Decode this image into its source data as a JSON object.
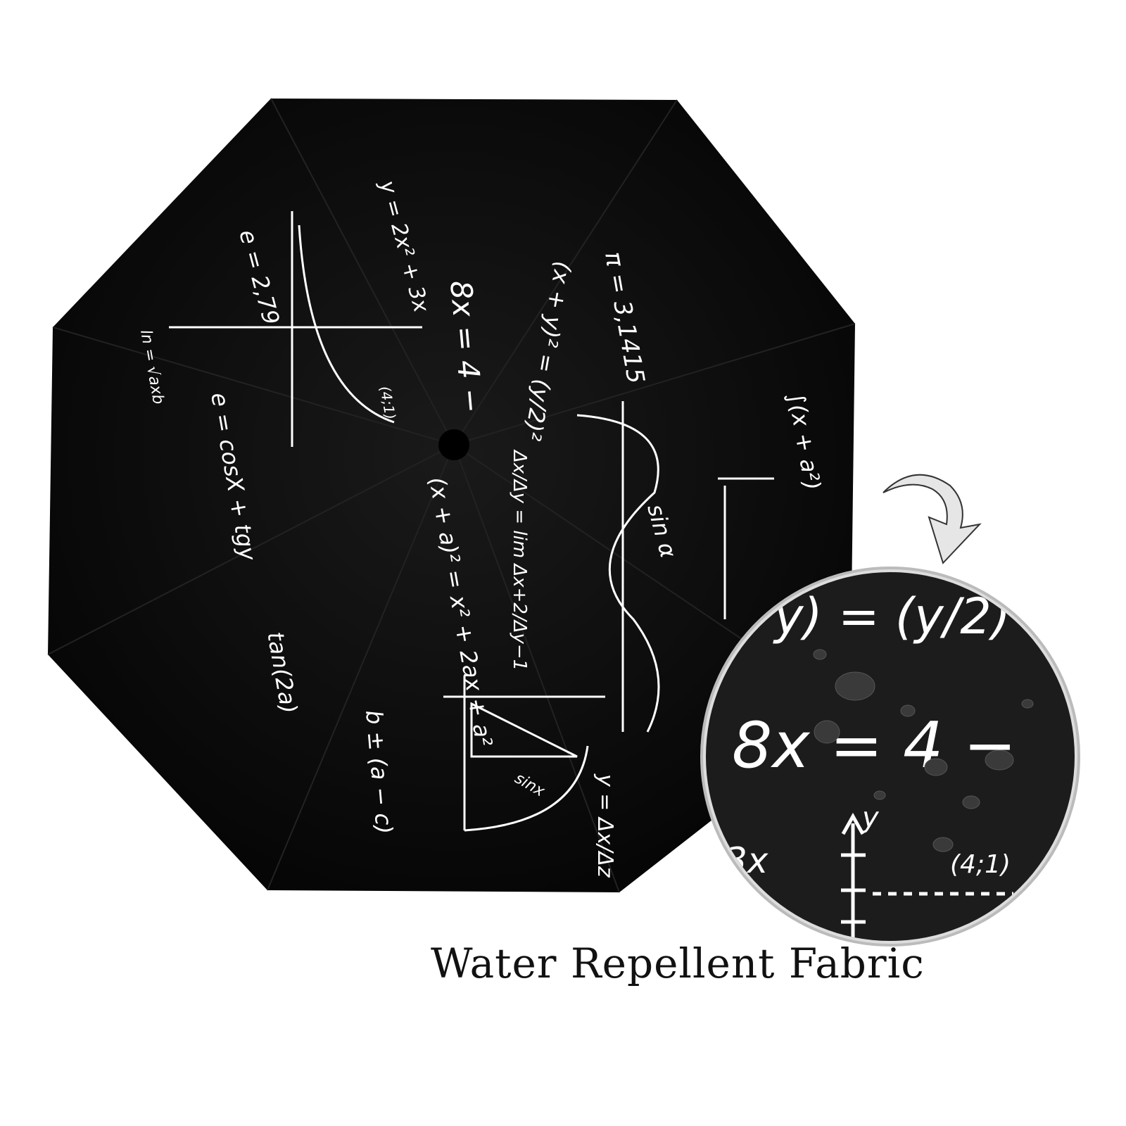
{
  "caption": "Water Repellent Fabric",
  "colors": {
    "canopy": "#0b0b0b",
    "print": "#ffffff",
    "background": "#ffffff",
    "arrow": "#e6e6e6"
  },
  "icons": {
    "arrow": "curved-arrow-down-icon"
  },
  "pattern_formulas": [
    "π = 3,1415",
    "e = 2,79",
    "y = 2x² + 3x",
    "8x = 4 −",
    "(x + y)² = (y/2)²",
    "e = cosX + tgy",
    "(x + a)² = x² + 2ax + a²",
    "b ± (a − c)",
    "tan(2a)",
    "∫(x + a²)",
    "sin α",
    "Δx/Δy = lim Δx+2/Δy−1",
    "sinx",
    "ln = √axb",
    "(4;1)",
    "y = Δx/Δz"
  ],
  "inset_formulas": [
    "y) = (y/2)",
    "8x = 4 −",
    "3x",
    "(4;1)",
    "y"
  ]
}
